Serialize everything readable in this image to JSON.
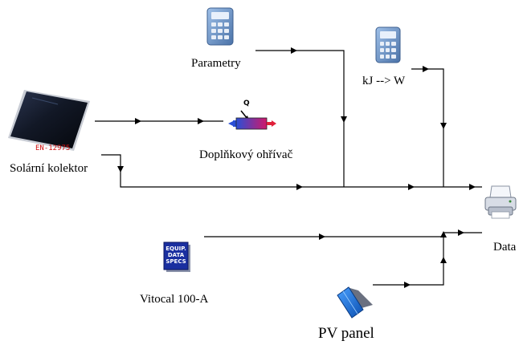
{
  "components": {
    "solar_collector": {
      "label": "Solární kolektor",
      "badge": "EN-12975"
    },
    "parameters": {
      "label": "Parametry"
    },
    "converter": {
      "label": "kJ --> W"
    },
    "heater": {
      "label": "Doplňkový ohřívač",
      "badge": "Q"
    },
    "printer": {
      "label": "Data"
    },
    "vitocal": {
      "label": "Vitocal 100-A",
      "icon_text": "EQUIP. DATA SPECS"
    },
    "pv_panel": {
      "label": "PV panel"
    }
  },
  "colors": {
    "line": "#000000",
    "calc_body": "#5f86b8",
    "calc_key": "#e8eef7",
    "solar_dark": "#121826",
    "heater_gradient": [
      "#2a4fd6",
      "#d0186a"
    ],
    "vitocal_icon": "#1a2fa0",
    "pv_blue": "#1e6fd0"
  }
}
